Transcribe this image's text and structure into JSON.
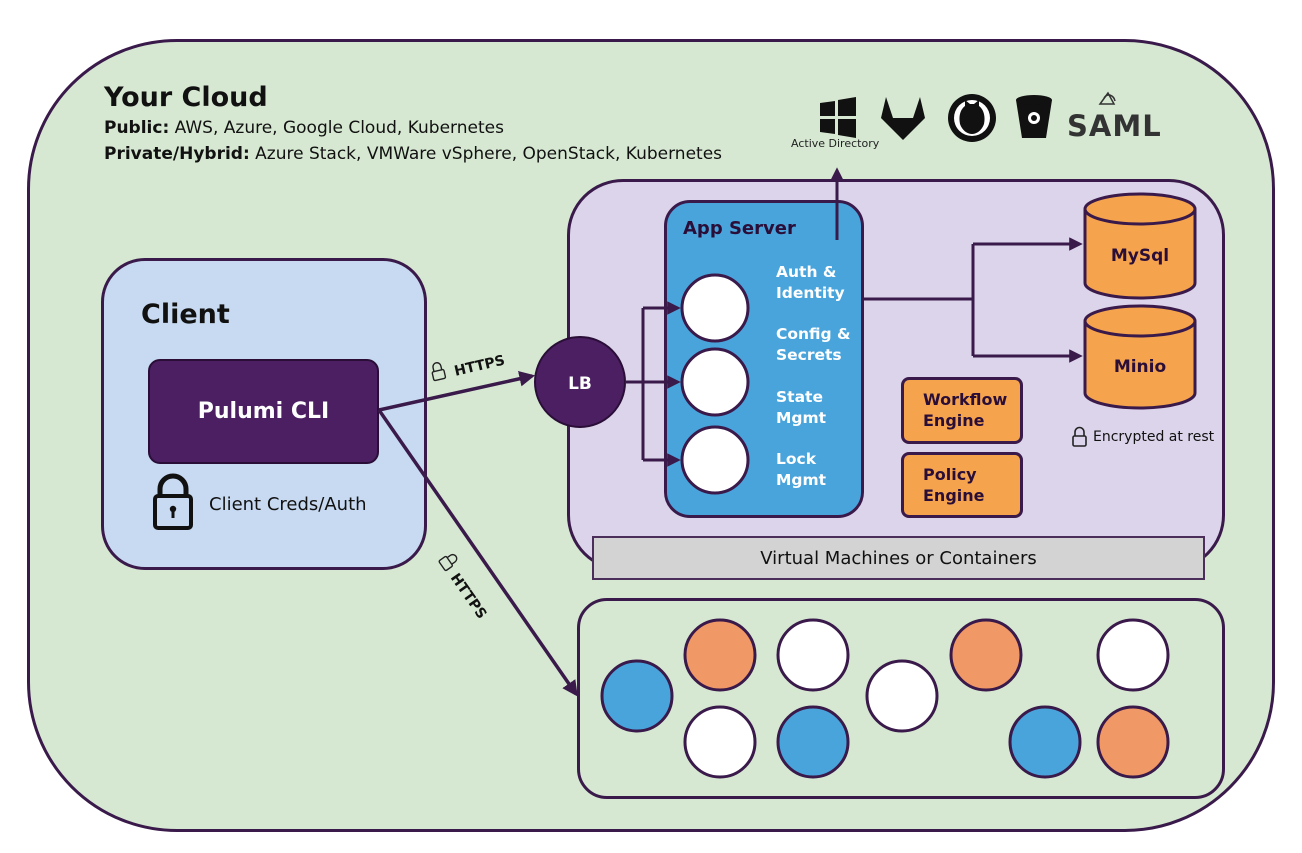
{
  "cloud": {
    "title": "Your Cloud",
    "public_label": "Public:",
    "public_value": " AWS, Azure, Google Cloud, Kubernetes",
    "private_label": "Private/Hybrid:",
    "private_value": " Azure Stack, VMWare vSphere, OpenStack, Kubernetes"
  },
  "client": {
    "title": "Client",
    "cli_label": "Pulumi CLI",
    "creds_label": "Client Creds/Auth"
  },
  "connections": {
    "https_to_lb": "HTTPS",
    "https_to_workers": "HTTPS",
    "lb_label": "LB"
  },
  "app_server": {
    "title": "App Server",
    "services": [
      {
        "line1": "Auth &",
        "line2": "Identity"
      },
      {
        "line1": "Config &",
        "line2": "Secrets"
      },
      {
        "line1": "State",
        "line2": "Mgmt"
      },
      {
        "line1": "Lock",
        "line2": "Mgmt"
      }
    ]
  },
  "engines": [
    {
      "line1": "Workflow",
      "line2": "Engine"
    },
    {
      "line1": "Policy",
      "line2": "Engine"
    }
  ],
  "storage": {
    "mysql": "MySql",
    "minio": "Minio",
    "encrypted_label": "Encrypted at rest"
  },
  "infrastructure": {
    "vm_label": "Virtual Machines or Containers"
  },
  "identity_providers": {
    "active_directory_label": "Active Directory",
    "saml_label": "SAML",
    "icons": [
      "windows-icon",
      "gitlab-icon",
      "github-icon",
      "bitbucket-icon",
      "saml-icon"
    ]
  },
  "workers": [
    {
      "color": "#4aa4dc"
    },
    {
      "color": "#f09866"
    },
    {
      "color": "#ffffff"
    },
    {
      "color": "#ffffff"
    },
    {
      "color": "#4aa4dc"
    },
    {
      "color": "#ffffff"
    },
    {
      "color": "#f09866"
    },
    {
      "color": "#4aa4dc"
    },
    {
      "color": "#ffffff"
    },
    {
      "color": "#f09866"
    }
  ],
  "colors": {
    "cloud_bg": "#d6e8d2",
    "client_bg": "#c7daf1",
    "server_bg": "#dcd4ea",
    "brand_purple": "#4b1f62",
    "app_blue": "#4aa4dc",
    "engine_orange": "#f5a44d",
    "outline": "#3a1a4a"
  }
}
